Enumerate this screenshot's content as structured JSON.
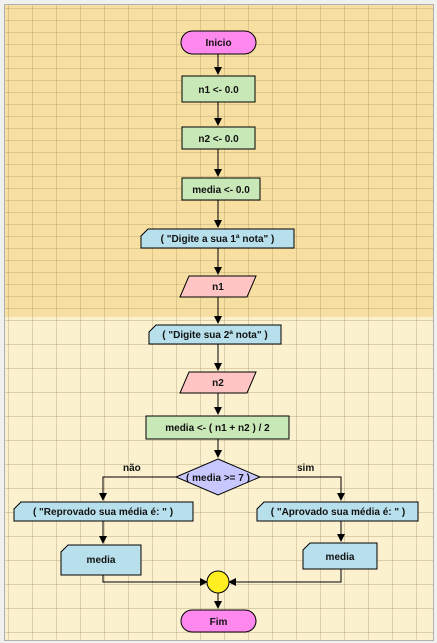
{
  "flowchart": {
    "start": "Inicio",
    "end": "Fim",
    "assign_n1": "n1 <- 0.0",
    "assign_n2": "n2 <- 0.0",
    "assign_media": "media <- 0.0",
    "output_prompt1": "( \"Digite a sua 1ª nota\" )",
    "input_n1": "n1",
    "output_prompt2": "( \"Digite sua 2ª nota\" )",
    "input_n2": "n2",
    "compute_media": "media <- ( n1 + n2 ) / 2",
    "decision": "( media >= 7 )",
    "label_no": "não",
    "label_yes": "sim",
    "output_fail": "( \"Reprovado sua média é: \" )",
    "output_pass": "( \"Aprovado sua média é: \" )",
    "output_media_fail": "media",
    "output_media_pass": "media"
  },
  "colors": {
    "terminal": "#ff88ee",
    "process": "#c8e8b8",
    "output": "#b8e0ec",
    "input": "#ffc4c4",
    "decision": "#c8c8ff",
    "connector": "#ffee22",
    "line": "#000000"
  }
}
